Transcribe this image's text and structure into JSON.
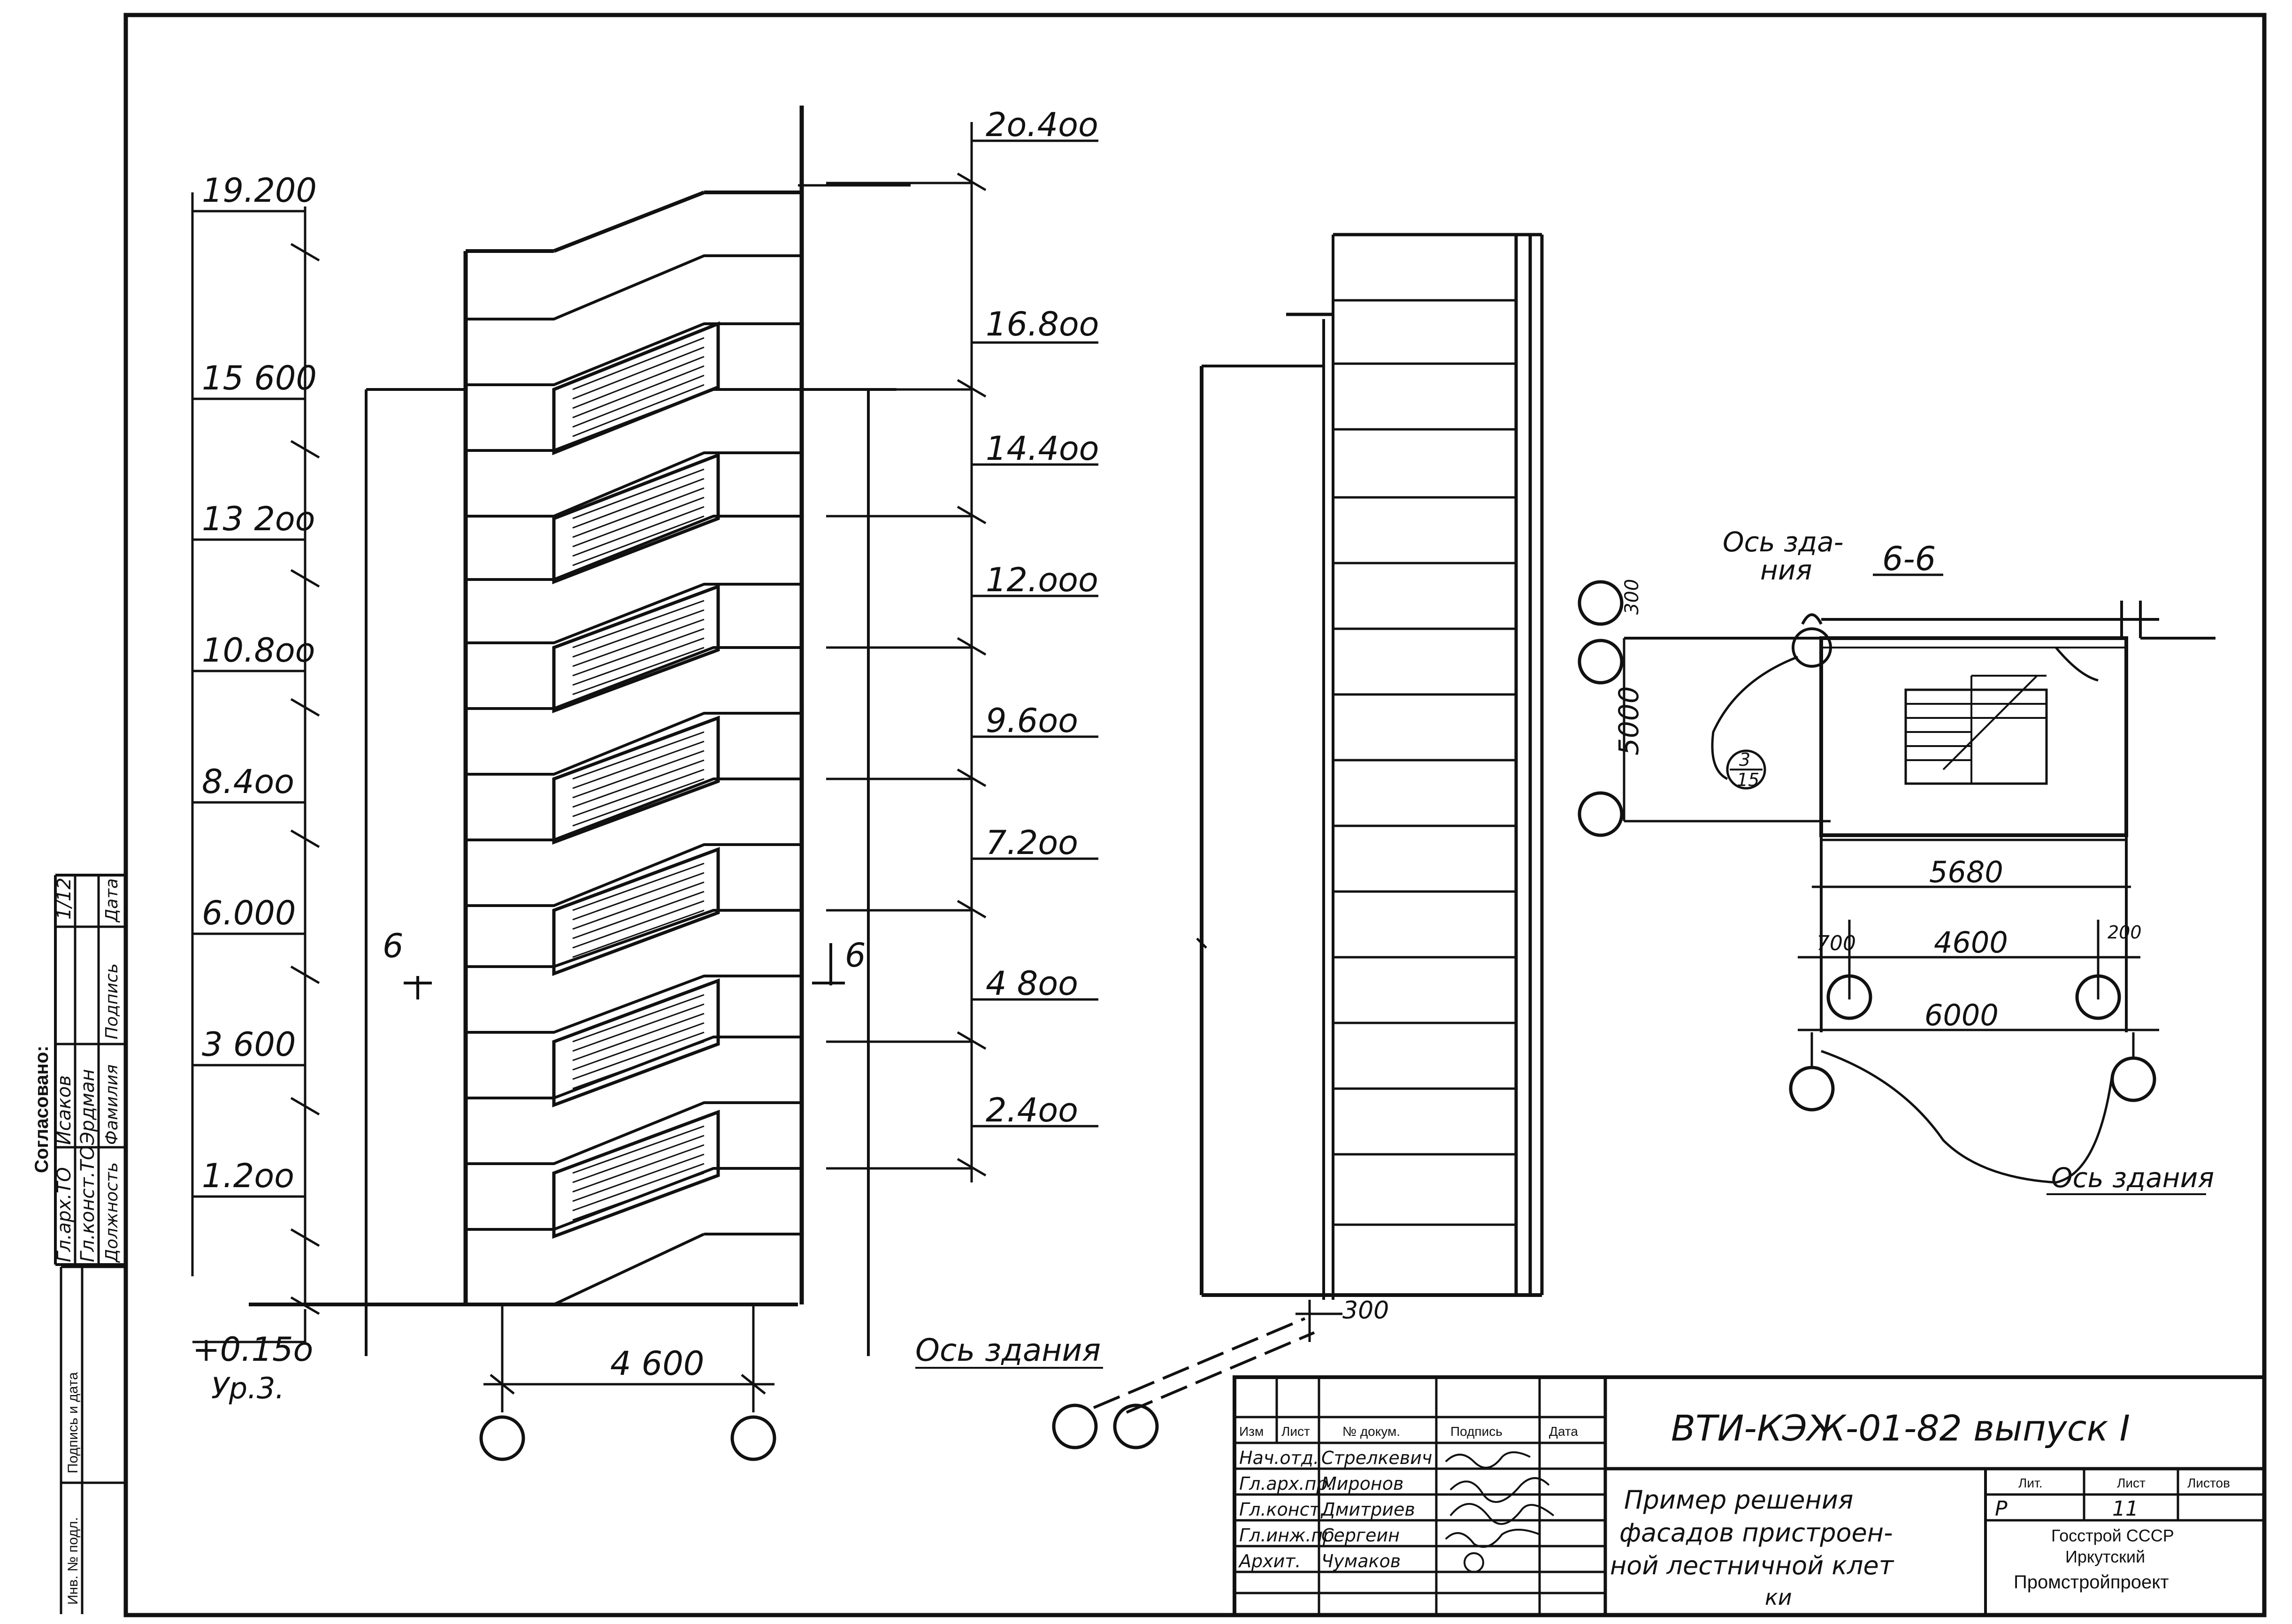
{
  "elevation": {
    "left_levels": [
      "19.200",
      "15 600",
      "13 2oo",
      "10.8oo",
      "8.4oo",
      "6.000",
      "3 600",
      "1.2oo",
      "+0.15o"
    ],
    "ground_note": "Ур.3.",
    "right_levels": [
      "2o.4oo",
      "16.8oo",
      "14.4oo",
      "12.ooo",
      "9.6oo",
      "7.2oo",
      "4 8oo",
      "2.4oo"
    ],
    "section_mark_left": "6",
    "section_mark_right": "6",
    "bay_dimension": "4 600"
  },
  "side_elevation": {
    "axis_label": "Ось здания",
    "offset_dimension": "300"
  },
  "plan": {
    "axis_label_top_1": "Ось зда-",
    "axis_label_top_2": "ния",
    "section_title": "6-6",
    "small_dim_vertical": "300",
    "depth_dimension": "5000",
    "callout_top": "3",
    "callout_bottom": "15",
    "overall_width": "5680",
    "left_offset": "700",
    "right_offset": "200",
    "inner_width": "4600",
    "axis_width": "6000",
    "axis_label_bottom": "Ось здания"
  },
  "approval": {
    "title": "Согласовано:",
    "rows": [
      {
        "position": "Гл.арх.ТО",
        "name": "Исаков",
        "signature": "",
        "date": "1/12"
      },
      {
        "position": "Гл.конст.ТО",
        "name": "Эрдман",
        "signature": "",
        "date": ""
      },
      {
        "position": "Должность",
        "name": "Фамилия",
        "signature": "Подпись",
        "date": "Дата"
      }
    ],
    "side_labels": [
      "Подпись и дата",
      "Инв. № подл."
    ]
  },
  "title_block": {
    "document_code": "ВТИ-КЭЖ-01-82 выпуск I",
    "header": [
      "Изм",
      "Лист",
      "№ докум.",
      "Подпись",
      "Дата"
    ],
    "rows": [
      {
        "role": "Нач.отд.",
        "name": "Стрелкевич"
      },
      {
        "role": "Гл.арх.пр.",
        "name": "Миронов"
      },
      {
        "role": "Гл.конст.",
        "name": "Дмитриев"
      },
      {
        "role": "Гл.инж.пр.",
        "name": "Сергеин"
      },
      {
        "role": "Архит.",
        "name": "Чумаков"
      }
    ],
    "description_lines": [
      "Пример решения",
      "фасадов пристроен-",
      "ной лестничной клет",
      "ки"
    ],
    "stage_header": "Лит.",
    "sheet_header": "Лист",
    "sheets_header": "Листов",
    "stage_value": "Р",
    "sheet_value": "11",
    "org_lines": [
      "Госстрой СССР",
      "Иркутский",
      "Промстройпроект"
    ]
  }
}
